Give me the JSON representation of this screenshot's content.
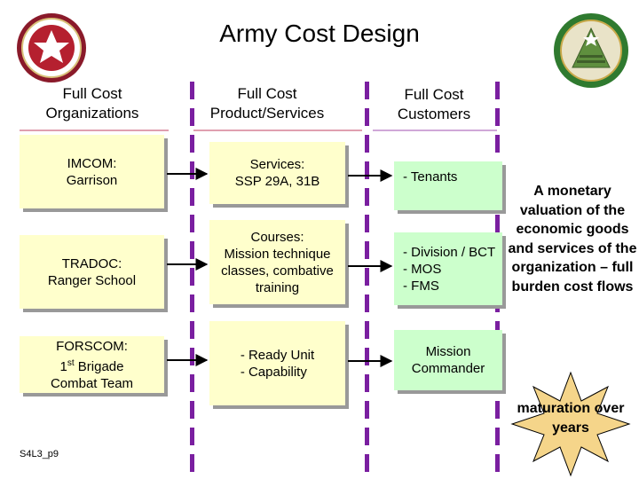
{
  "title": "Army Cost Design",
  "columns": [
    {
      "heading": "Full Cost Organizations"
    },
    {
      "heading": "Full Cost Product/Services"
    },
    {
      "heading": "Full Cost Customers"
    }
  ],
  "organizations": [
    {
      "lines": [
        "IMCOM:",
        "Garrison"
      ]
    },
    {
      "lines": [
        "TRADOC:",
        "Ranger School"
      ]
    },
    {
      "lines": [
        "FORSCOM:",
        "1st Brigade",
        "Combat Team"
      ],
      "superscript": "st"
    }
  ],
  "products": [
    {
      "lines": [
        "Services:",
        "SSP 29A, 31B"
      ]
    },
    {
      "lines": [
        "Courses:",
        "Mission technique",
        "classes, combative",
        "training"
      ]
    },
    {
      "lines": [
        "- Ready Unit",
        "- Capability"
      ]
    }
  ],
  "customers": [
    {
      "lines": [
        "- Tenants"
      ]
    },
    {
      "lines": [
        "- Division / BCT",
        "- MOS",
        "- FMS"
      ]
    },
    {
      "lines": [
        "Mission",
        "Commander"
      ]
    }
  ],
  "definition": "A monetary valuation of the economic goods and services of the organization – full burden cost flows",
  "badge": "maturation over years",
  "footer": "S4L3_p9",
  "colors": {
    "box_yellow": "#ffffcc",
    "box_green": "#ccffcc",
    "dash_purple": "#7a1fa0",
    "star_tan": "#f5d58a",
    "heading_underline": [
      "#e0a0b0",
      "#e0a0b0",
      "#d0a8d8"
    ]
  },
  "icons": [
    "seal-left-icon",
    "seal-right-icon",
    "arrow-icon",
    "star-burst-icon"
  ]
}
